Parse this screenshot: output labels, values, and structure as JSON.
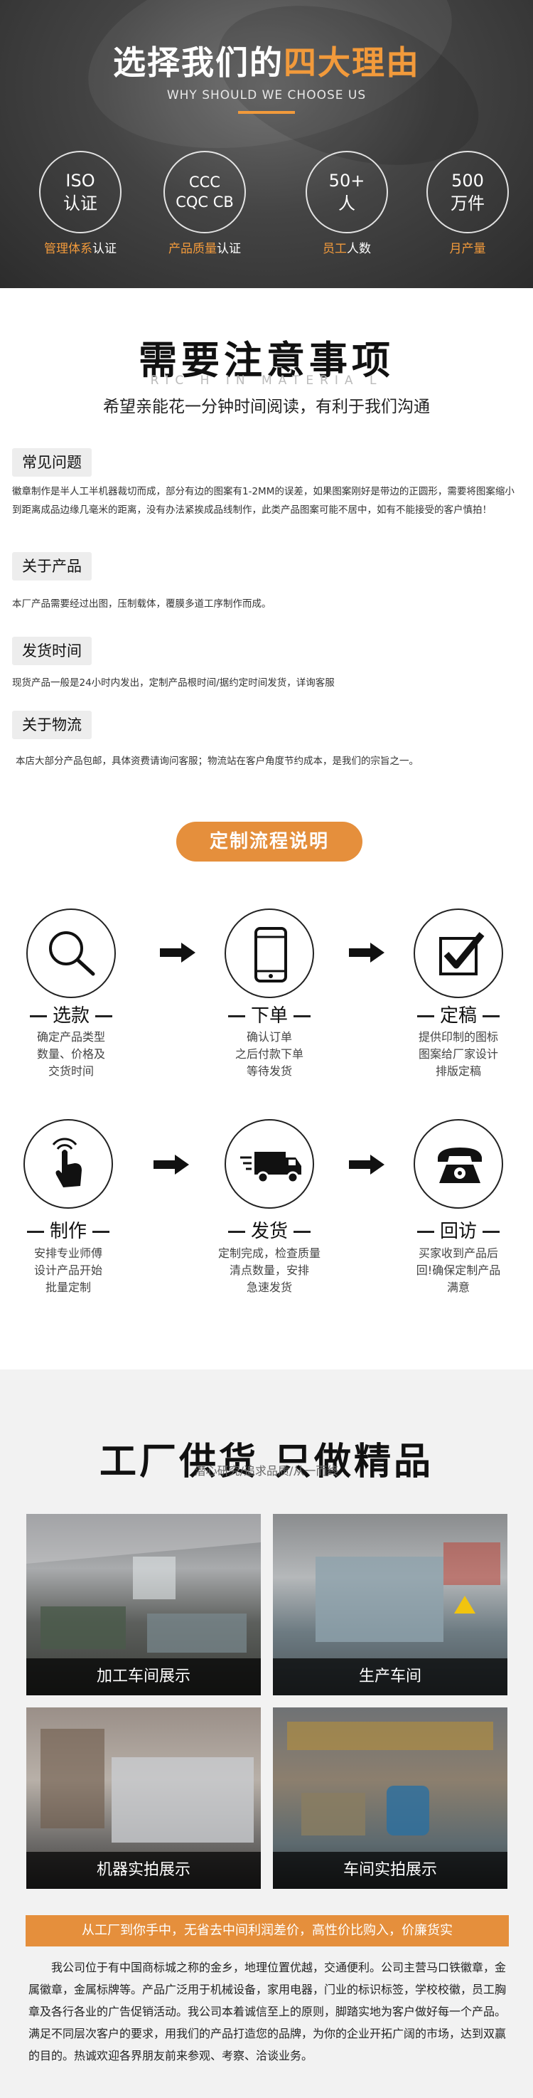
{
  "hero": {
    "title_part1": "选择我们的",
    "title_part2": "四大理由",
    "subtitle": "WHY SHOULD WE CHOOSE US",
    "badges": [
      {
        "text": "ISO\n认证",
        "caption_a": "管理体系",
        "caption_b": "认证"
      },
      {
        "text": "CCC\nCQC CB",
        "caption_a": "产品质量",
        "caption_b": "认证"
      },
      {
        "text": "50+\n人",
        "caption_a": "员工",
        "caption_b": "人数"
      },
      {
        "text": "500\n万件",
        "caption_a": "月产量",
        "caption_b": ""
      }
    ]
  },
  "notice": {
    "title": "需要注意事项",
    "ghost": "RIC H IN MATERIA L",
    "subtitle": "希望亲能花一分钟时间阅读，有利于我们沟通",
    "sections": [
      {
        "tag": "常见问题",
        "text": "徽章制作是半人工半机器裁切而成，部分有边的图案有1-2MM的误差，如果图案刚好是带边的正圆形，需要将图案缩小到距离成品边缘几毫米的距离，没有办法紧挨成品线制作，此类产品图案可能不居中，如有不能接受的客户慎拍！"
      },
      {
        "tag": "关于产品",
        "text": "本厂产品需要经过出图，压制载体，覆膜多道工序制作而成。"
      },
      {
        "tag": "发货时间",
        "text": "现货产品一般是24小时内发出，定制产品根时间/据约定时间发货，详询客服"
      },
      {
        "tag": "关于物流",
        "text": "本店大部分产品包邮，具体资费请询问客服；物流站在客户角度节约成本，是我们的宗旨之一。"
      }
    ]
  },
  "process": {
    "heading": "定制流程说明",
    "steps": [
      {
        "title": "选款",
        "desc": "确定产品类型\n数量、价格及\n交货时间",
        "icon": "search-icon"
      },
      {
        "title": "下单",
        "desc": "确认订单\n之后付款下单\n等待发货",
        "icon": "phone-icon"
      },
      {
        "title": "定稿",
        "desc": "提供印制的图标\n图案给厂家设计\n排版定稿",
        "icon": "checkmark-icon"
      },
      {
        "title": "制作",
        "desc": "安排专业师傅\n设计产品开始\n批量定制",
        "icon": "touch-hand-icon"
      },
      {
        "title": "发货",
        "desc": "定制完成，检查质量\n清点数量，安排\n急速发货",
        "icon": "truck-icon"
      },
      {
        "title": "回访",
        "desc": "买家收到产品后\n回!确保定制产品\n满意",
        "icon": "telephone-icon"
      }
    ]
  },
  "factory": {
    "title": "工厂供货  只做精品",
    "subtitle": "潜心研究/追求品质/从一而终",
    "photos": [
      {
        "caption": "加工车间展示"
      },
      {
        "caption": "生产车间"
      },
      {
        "caption": "机器实拍展示"
      },
      {
        "caption": "车间实拍展示"
      }
    ],
    "banner": "从工厂到你手中，无省去中间利润差价，高性价比购入，价廉货实",
    "company": "我公司位于有中国商标城之称的金乡，地理位置优越，交通便利。公司主营马口铁徽章，金属徽章，金属标牌等。产品广泛用于机械设备，家用电器，门业的标识标签，学校校徽，员工胸章及各行各业的广告促销活动。我公司本着诚信至上的原则，脚踏实地为客户做好每一个产品。满足不同层次客户的要求，用我们的产品打造您的品牌，为你的企业开拓广阔的市场，达到双赢的目的。热诚欢迎各界朋友前来参观、考察、洽谈业务。"
  }
}
